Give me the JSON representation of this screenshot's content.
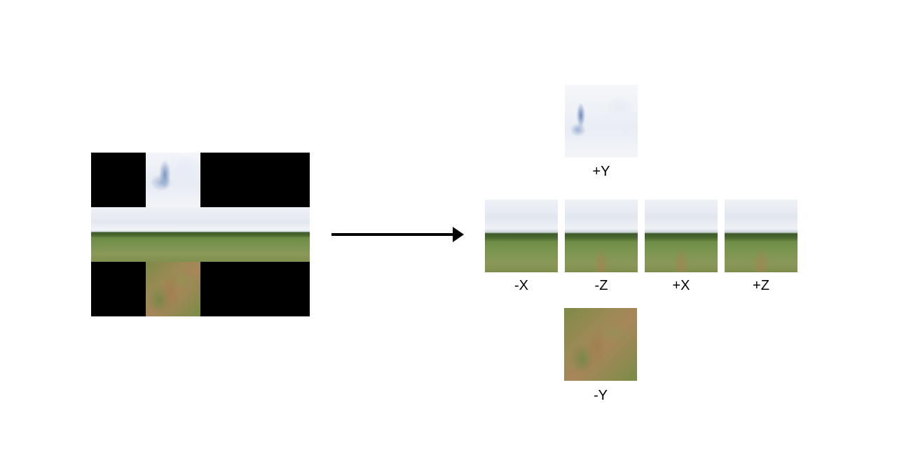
{
  "faces": {
    "pos_y": {
      "label": "+Y"
    },
    "neg_x": {
      "label": "-X"
    },
    "neg_z": {
      "label": "-Z"
    },
    "pos_x": {
      "label": "+X"
    },
    "pos_z": {
      "label": "+Z"
    },
    "neg_y": {
      "label": "-Y"
    }
  }
}
